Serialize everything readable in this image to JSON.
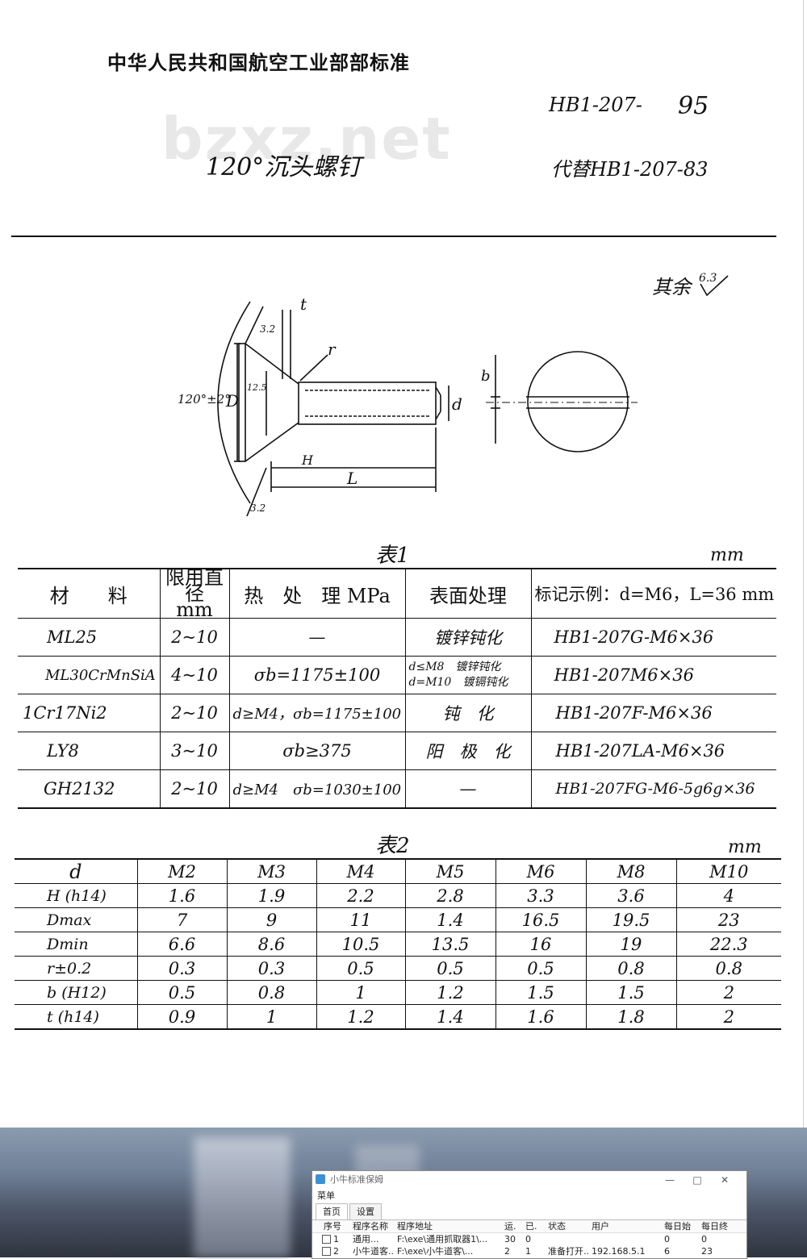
{
  "header": {
    "org": "中华人民共和国航空工业部部标准",
    "std_no": "HB1-207-",
    "std_year": "95",
    "title": "120°沉头螺钉",
    "replaces": "代替HB1-207-83",
    "watermark": "bzxz.net"
  },
  "drawing": {
    "roughness": "其余",
    "roughness_value": "6.3",
    "labels": {
      "t": "t",
      "r": "r",
      "angle": "120°±2°",
      "D": "D",
      "h": "12.5",
      "H": "H",
      "L": "L",
      "d": "d",
      "b": "b",
      "ra1": "3.2",
      "ra2": "3.2"
    }
  },
  "table1": {
    "caption": "表1",
    "unit": "mm",
    "headers": [
      "材　　料",
      "限用直径 mm",
      "热　处　理 MPa",
      "表面处理",
      "标记示例：d=M6，L=36 mm"
    ],
    "rows": [
      [
        "ML25",
        "2~10",
        "—",
        "镀锌钝化",
        "HB1-207G-M6×36"
      ],
      [
        "ML30CrMnSiA",
        "4~10",
        "σb=1175±100",
        "d≤M8　镀锌钝化 d=M10　镀镉钝化",
        "HB1-207M6×36"
      ],
      [
        "1Cr17Ni2",
        "2~10",
        "d≥M4，σb=1175±100",
        "钝　化",
        "HB1-207F-M6×36"
      ],
      [
        "LY8",
        "3~10",
        "σb≥375",
        "阳　极　化",
        "HB1-207LA-M6×36"
      ],
      [
        "GH2132",
        "2~10",
        "d≥M4　σb=1030±100",
        "—",
        "HB1-207FG-M6-5g6g×36"
      ]
    ]
  },
  "table2": {
    "caption": "表2",
    "unit": "mm",
    "headers": [
      "d",
      "M2",
      "M3",
      "M4",
      "M5",
      "M6",
      "M8",
      "M10"
    ],
    "rows": [
      [
        "H (h14)",
        "1.6",
        "1.9",
        "2.2",
        "2.8",
        "3.3",
        "3.6",
        "4"
      ],
      [
        "Dmax",
        "7",
        "9",
        "11",
        "1.4",
        "16.5",
        "19.5",
        "23"
      ],
      [
        "Dmin",
        "6.6",
        "8.6",
        "10.5",
        "13.5",
        "16",
        "19",
        "22.3"
      ],
      [
        "r±0.2",
        "0.3",
        "0.3",
        "0.5",
        "0.5",
        "0.5",
        "0.8",
        "0.8"
      ],
      [
        "b (H12)",
        "0.5",
        "0.8",
        "1",
        "1.2",
        "1.5",
        "1.5",
        "2"
      ],
      [
        "t (h14)",
        "0.9",
        "1",
        "1.2",
        "1.4",
        "1.6",
        "1.8",
        "2"
      ]
    ]
  },
  "app_window": {
    "title": "小牛标准保姆",
    "menu": "菜单",
    "tabs": [
      "首页",
      "设置"
    ],
    "columns": [
      "序号",
      "程序名称",
      "程序地址",
      "运.",
      "已.",
      "状态",
      "用户",
      "每日始",
      "每日终"
    ],
    "rows": [
      [
        "1",
        "通用...",
        "F:\\exe\\通用抓取器1\\...",
        "30",
        "0",
        "",
        "",
        "0",
        "0"
      ],
      [
        "2",
        "小牛道客...",
        "F:\\exe\\小牛道客\\...",
        "2",
        "1",
        "准备打开...",
        "192.168.5.1",
        "6",
        "23"
      ]
    ],
    "controls": {
      "minimize": "—",
      "maximize": "□",
      "close": "✕"
    }
  }
}
